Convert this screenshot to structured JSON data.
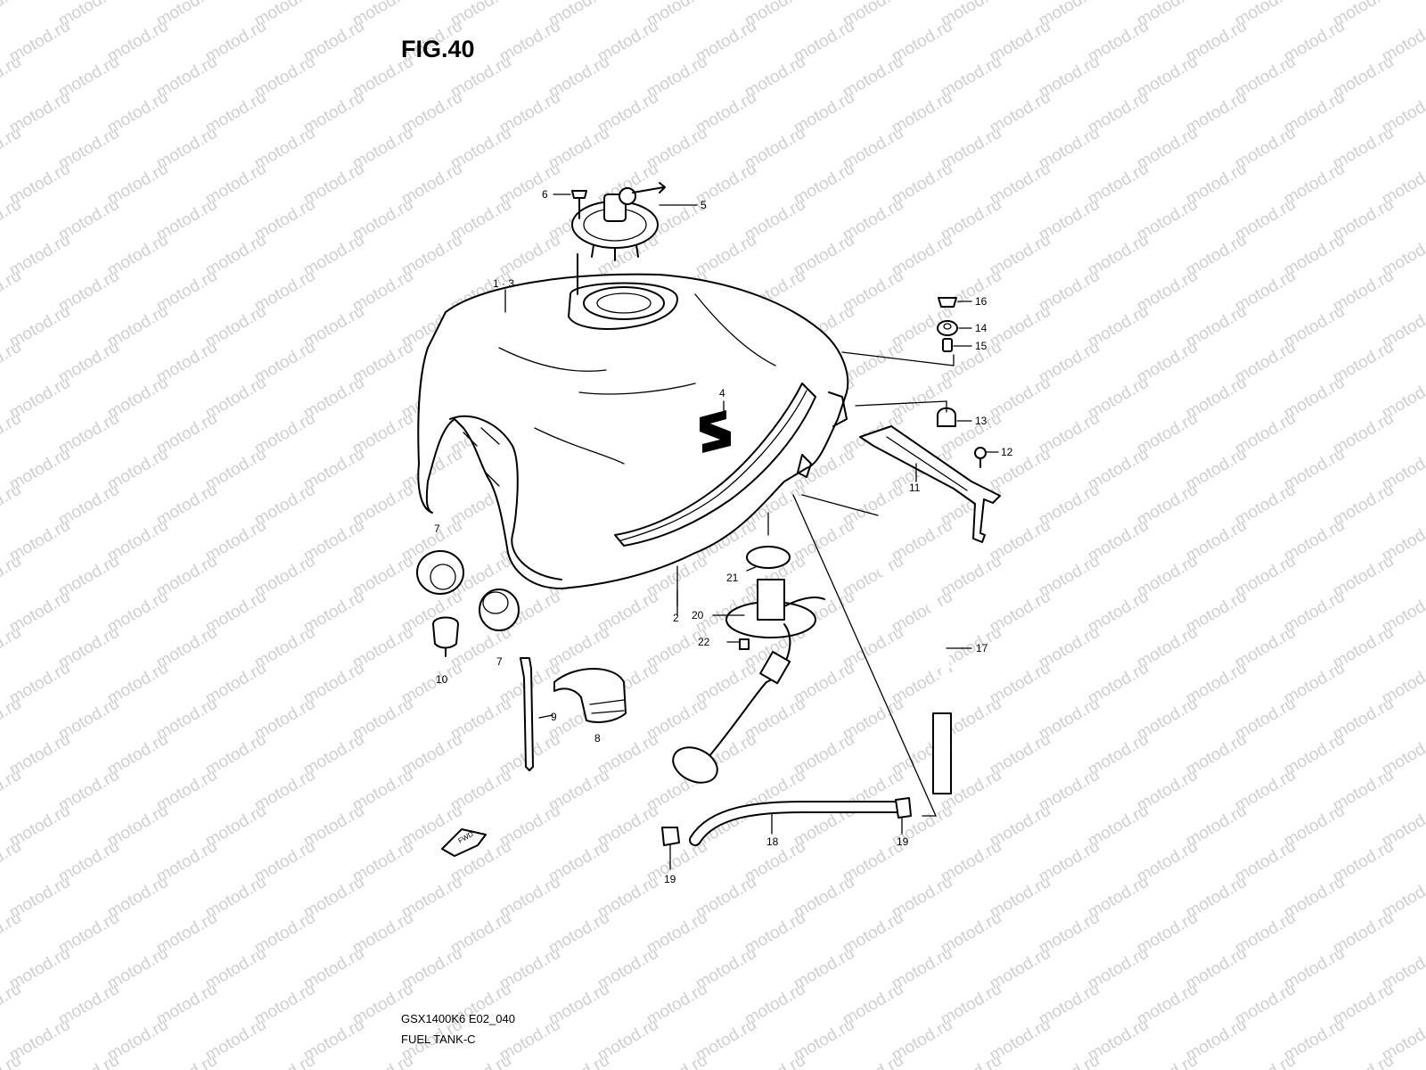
{
  "figure_title": "FIG.40",
  "caption": {
    "model_code": "GSX1400K6 E02_040",
    "section_name": "FUEL TANK-C"
  },
  "watermark": "motod.ru",
  "fwd_label": "FWD",
  "callouts": {
    "c1_3": "1 · 3",
    "c2": "2",
    "c4": "4",
    "c5": "5",
    "c6": "6",
    "c7a": "7",
    "c7b": "7",
    "c8": "8",
    "c9": "9",
    "c10": "10",
    "c11": "11",
    "c12": "12",
    "c13": "13",
    "c14": "14",
    "c15": "15",
    "c16": "16",
    "c17": "17",
    "c18": "18",
    "c19a": "19",
    "c19b": "19",
    "c20": "20",
    "c21": "21",
    "c22": "22"
  },
  "colors": {
    "line": "#000000",
    "watermark": "#cfcfcf",
    "background": "#ffffff"
  }
}
